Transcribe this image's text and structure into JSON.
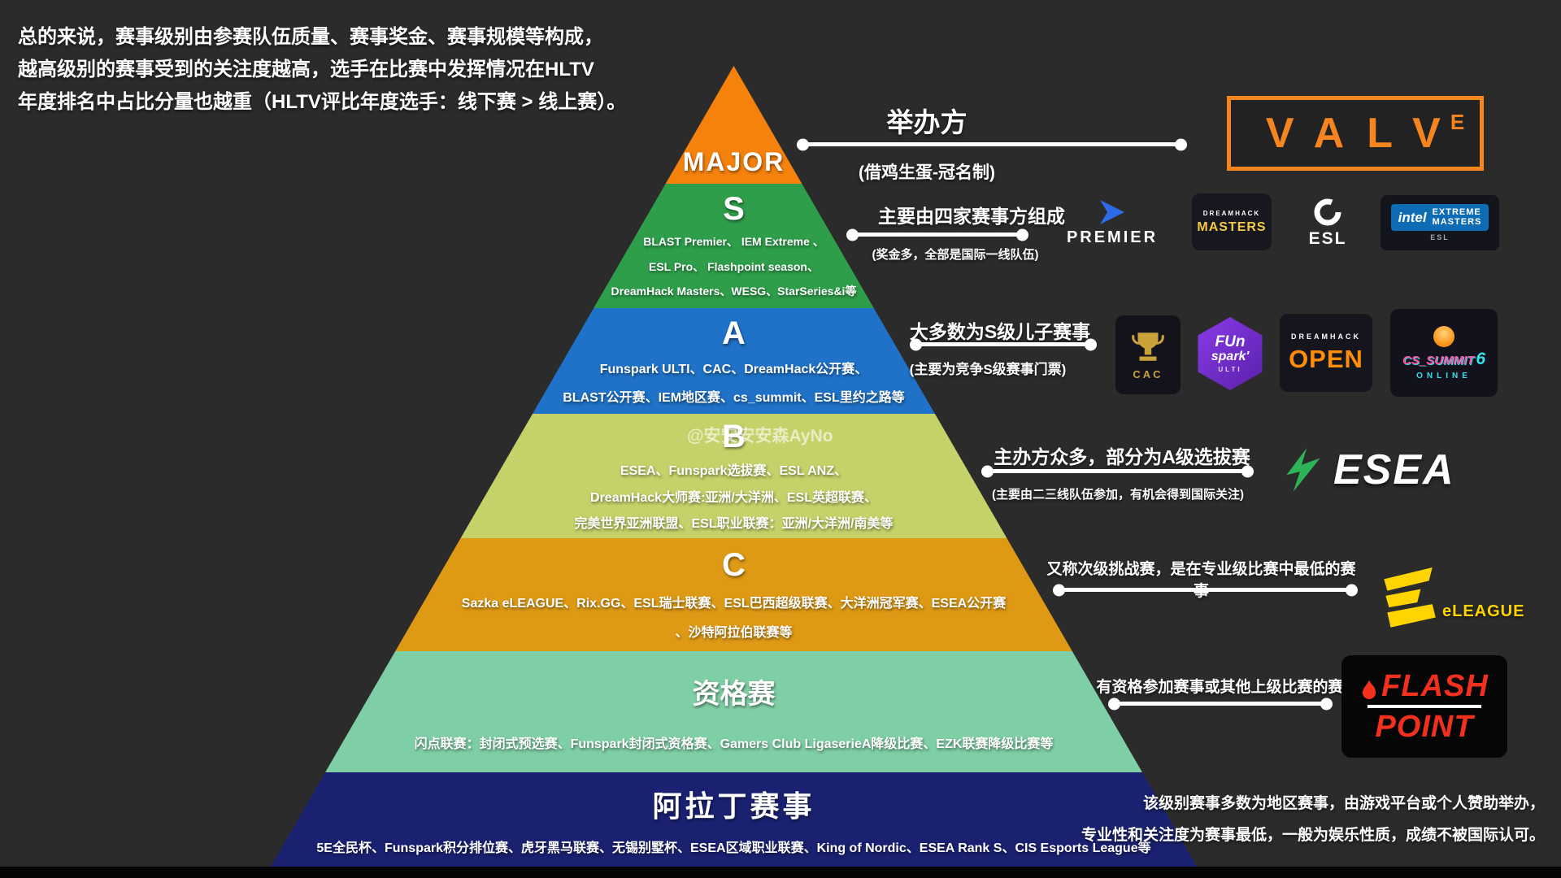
{
  "intro": {
    "line1": "总的来说，赛事级别由参赛队伍质量、赛事奖金、赛事规模等构成，",
    "line2": "越高级别的赛事受到的关注度越高，选手在比赛中发挥情况在HLTV",
    "line3": "年度排名中占比分量也越重（HLTV评比年度选手：线下赛 > 线上赛）。"
  },
  "watermark": "@安安安安森AyNo",
  "pyramid": {
    "layers": [
      {
        "title": "MAJOR",
        "color": "#f5820d",
        "lines": []
      },
      {
        "title": "S",
        "color": "#2e9e4a",
        "lines": [
          "BLAST Premier、 IEM Extreme 、",
          "ESL Pro、 Flashpoint season、",
          "DreamHack Masters、WESG、StarSeries&i等"
        ]
      },
      {
        "title": "A",
        "color": "#1f72c8",
        "lines": [
          "Funspark ULTI、CAC、DreamHack公开赛、",
          "BLAST公开赛、IEM地区赛、cs_summit、ESL里约之路等"
        ]
      },
      {
        "title": "B",
        "color": "#c5d269",
        "lines": [
          "ESEA、Funspark选拔赛、ESL ANZ、",
          "DreamHack大师赛:亚洲/大洋洲、ESL英超联赛、",
          "完美世界亚洲联盟、ESL职业联赛：亚洲/大洋洲/南美等"
        ]
      },
      {
        "title": "C",
        "color": "#de9a15",
        "lines": [
          "Sazka eLEAGUE、Rix.GG、ESL瑞士联赛、ESL巴西超级联赛、大洋洲冠军赛、ESEA公开赛",
          "、沙特阿拉伯联赛等"
        ]
      },
      {
        "title": "资格赛",
        "color": "#7fcfa6",
        "lines": [
          "闪点联赛：封闭式预选赛、Funspark封闭式资格赛、Gamers Club LigaserieA降级比赛、EZK联赛降级比赛等"
        ]
      },
      {
        "title": "阿拉丁赛事",
        "color": "#1a2171",
        "lines": [
          "5E全民杯、Funspark积分排位赛、虎牙黑马联赛、无锡别墅杯、ESEA区域职业联赛、King of Nordic、ESEA Rank S、CIS Esports League等"
        ]
      }
    ]
  },
  "annotations": {
    "major": {
      "title": "举办方",
      "subtitle": "(借鸡生蛋-冠名制)"
    },
    "s": {
      "title": "主要由四家赛事方组成",
      "subtitle": "(奖金多，全部是国际一线队伍)"
    },
    "a": {
      "title": "大多数为S级儿子赛事",
      "subtitle": "(主要为竞争S级赛事门票)"
    },
    "b": {
      "title": "主办方众多，部分为A级选拔赛",
      "subtitle": "(主要由二三线队伍参加，有机会得到国际关注)"
    },
    "c": {
      "title": "又称次级挑战赛，是在专业级比赛中最低的赛事"
    },
    "qualifier": {
      "title": "有资格参加赛事或其他上级比赛的赛事"
    },
    "bottom": {
      "line1": "该级别赛事多数为地区赛事，由游戏平台或个人赞助举办，",
      "line2": "专业性和关注度为赛事最低，一般为娱乐性质，成绩不被国际认可。"
    }
  },
  "logos": {
    "valve": {
      "main": "VALV",
      "e": "E"
    },
    "blast": {
      "text": "PREMIER"
    },
    "dreamhack_masters": {
      "top": "DREAMHACK",
      "main": "MASTERS"
    },
    "esl": {
      "text": "ESL"
    },
    "iem": {
      "brand": "intel",
      "line1": "EXTREME",
      "line2": "MASTERS",
      "sub": "ESL"
    },
    "cac": {
      "text": "CAC"
    },
    "funspark": {
      "line1": "FUn",
      "line2": "spark'",
      "sub": "ULTI"
    },
    "dreamhack_open": {
      "top": "DREAMHACK",
      "main": "OPEN"
    },
    "cs_summit": {
      "title": "CS_SUMMIT",
      "number": "6",
      "sub": "ONLINE"
    },
    "esea": {
      "text": "ESEA"
    },
    "eleague": {
      "text": "eLEAGUE"
    },
    "flashpoint": {
      "line1": "FLASH",
      "line2": "POINT"
    }
  },
  "colors": {
    "background": "#2b2b2b",
    "valve_orange": "#f6851f",
    "esea_green": "#2db457",
    "eleague_yellow": "#ffd400",
    "flashpoint_red": "#f3301e"
  }
}
